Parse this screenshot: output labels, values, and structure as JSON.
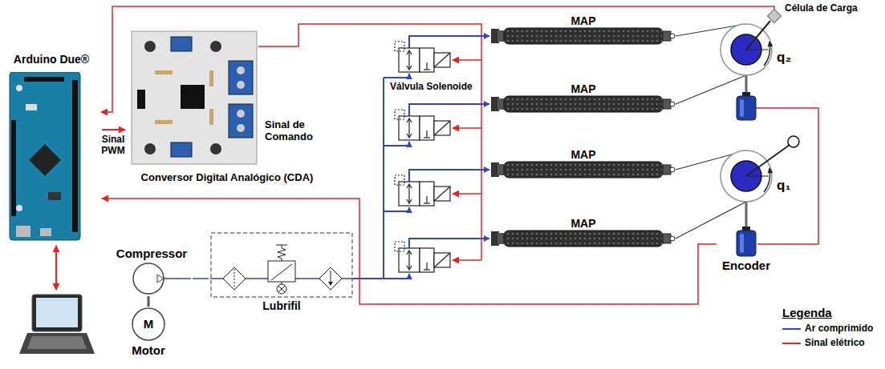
{
  "diagram": {
    "nodes": [
      {
        "text": [
          "Arduino Due®"
        ]
      },
      {
        "text": [
          "Conversor Digital Analógico (CDA)"
        ]
      },
      {
        "text": [
          "MAP"
        ]
      },
      {
        "text": [
          "MAP"
        ]
      },
      {
        "text": [
          "MAP"
        ]
      },
      {
        "text": [
          "MAP"
        ]
      },
      {
        "text": [
          "Compressor"
        ]
      },
      {
        "text": [
          "Lubrifil"
        ]
      },
      {
        "text": [
          "Encoder"
        ]
      },
      {
        "text": [
          "M",
          "Motor"
        ]
      }
    ],
    "edges": [
      {
        "from": 0,
        "to": 1,
        "arrow": "to",
        "label": "Sinal PWM"
      },
      {
        "from": 8,
        "to": 0,
        "arrow": "to"
      },
      {
        "from": 9,
        "to": 6,
        "arrow": "none"
      },
      {
        "from": 6,
        "to": 7,
        "arrow": "none"
      }
    ],
    "labels": [
      "Sinal de Comando",
      "Válvula Solenoide",
      "Célula de Carga",
      "q₂",
      "q₁",
      "Legenda"
    ],
    "legend": [
      {
        "text": "Ar comprimido"
      },
      {
        "text": "Sinal elétrico"
      }
    ]
  }
}
